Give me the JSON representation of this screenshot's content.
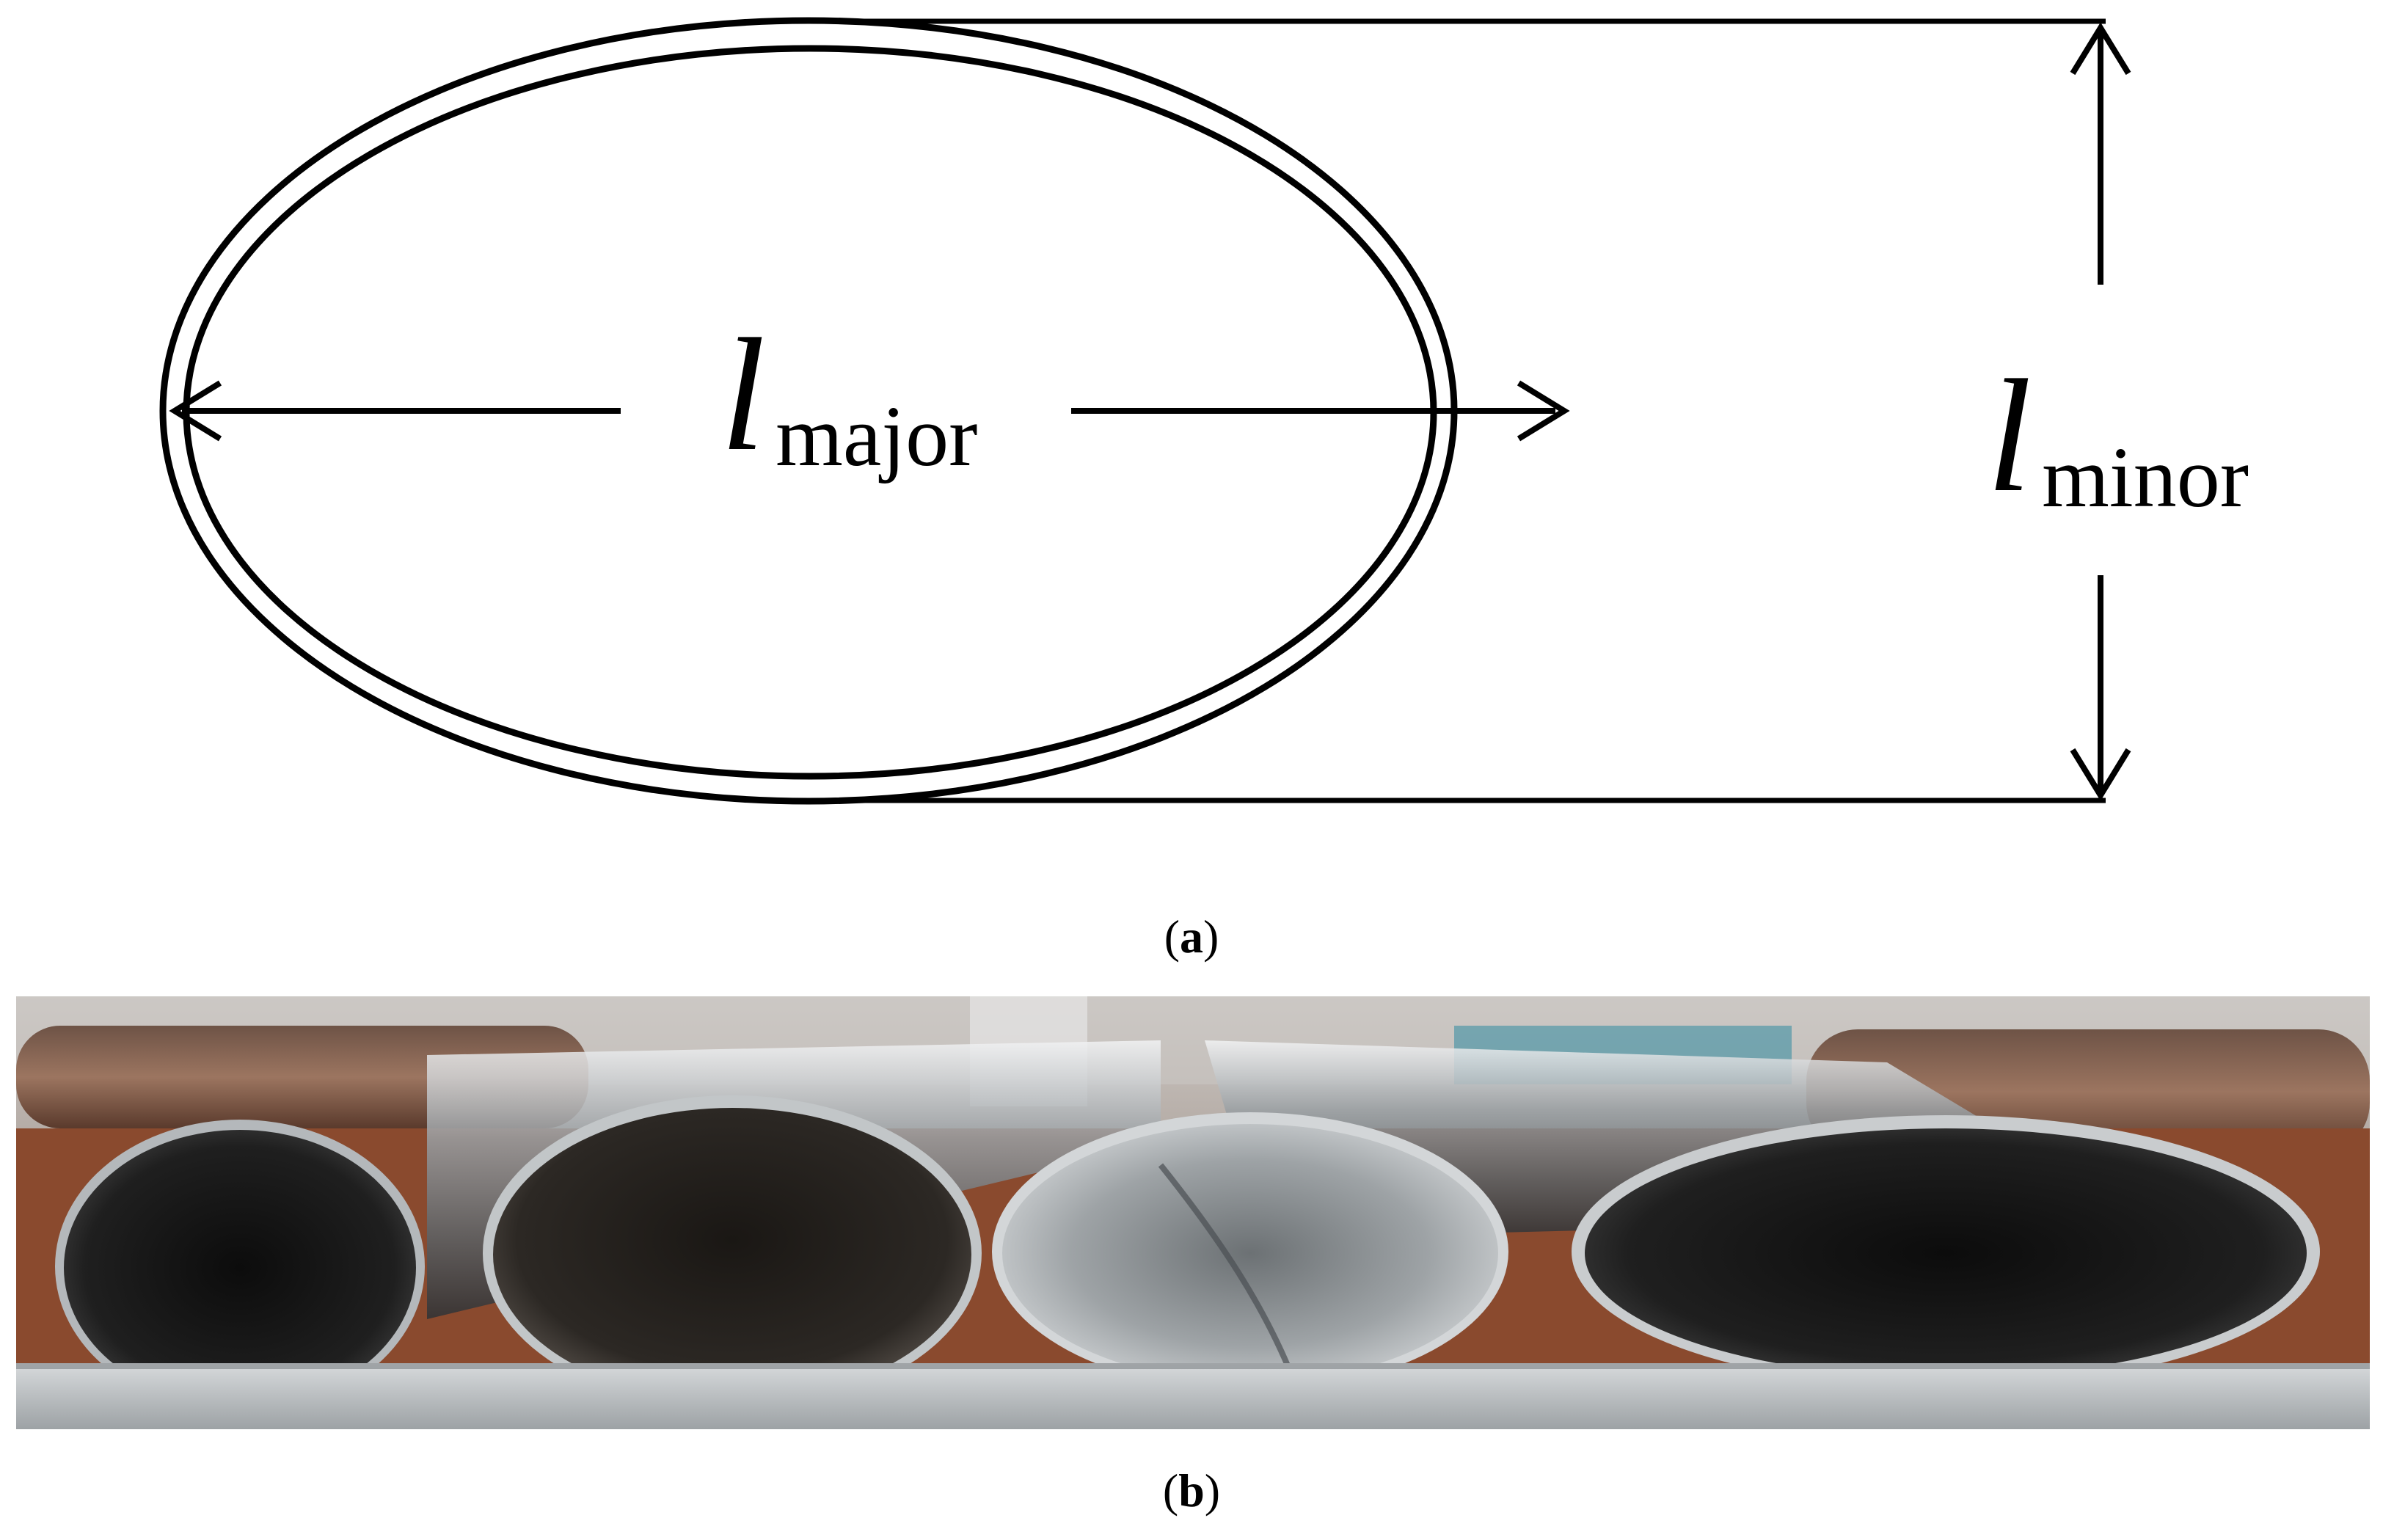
{
  "diagram": {
    "major_label": {
      "symbol": "l",
      "subscript": "major"
    },
    "minor_label": {
      "symbol": "l",
      "subscript": "minor"
    }
  },
  "captions": {
    "a": {
      "open": "(",
      "letter": "a",
      "close": ")"
    },
    "b": {
      "open": "(",
      "letter": "b",
      "close": ")"
    }
  },
  "colors": {
    "line": "#000000",
    "metal": "#b9bdbf",
    "bench_wood": "#8a4a2e",
    "rust_pipe": "#7a4a34"
  }
}
